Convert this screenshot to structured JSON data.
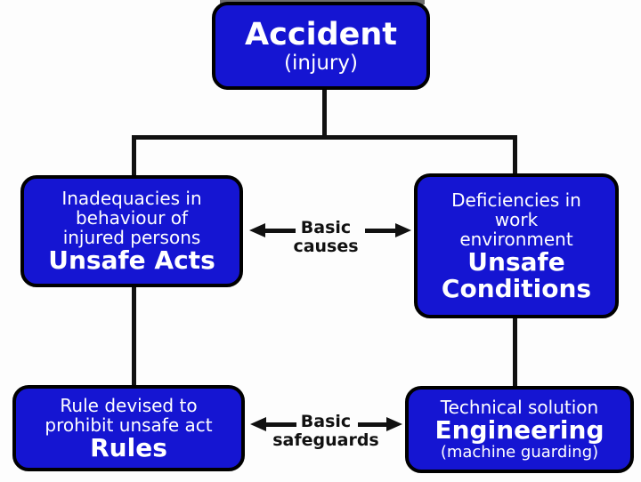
{
  "colors": {
    "background": "#fdfdfd",
    "box_fill": "#1515d2",
    "box_border": "#000000",
    "box_text": "#ffffff",
    "connector": "#111111",
    "top_strip": "#6e6e6e"
  },
  "nodes": {
    "accident": {
      "title": "Accident",
      "subtitle": "(injury)"
    },
    "unsafe_acts": {
      "body": "Inadequacies in behaviour of injured persons",
      "title": "Unsafe Acts"
    },
    "unsafe_conditions": {
      "body": "Deficiencies in work environment",
      "title": "Unsafe Conditions"
    },
    "rules": {
      "body": "Rule devised to prohibit unsafe act",
      "title": "Rules"
    },
    "engineering": {
      "body": "Technical solution",
      "title": "Engineering",
      "subtitle": "(machine guarding)"
    }
  },
  "labels": {
    "basic_causes": "Basic causes",
    "basic_safeguards": "Basic safeguards"
  }
}
